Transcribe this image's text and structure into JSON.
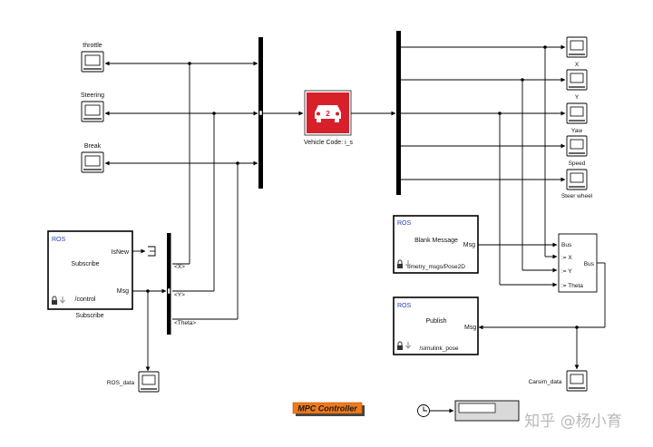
{
  "inputs": {
    "throttle": "throttle",
    "steering": "Steering",
    "break": "Break"
  },
  "vehicle": {
    "name": "Vehicle Code: i_s",
    "badge": "2",
    "icon": "red-car-icon"
  },
  "scopes": {
    "x": "X",
    "y": "Y",
    "yaw": "Yaw",
    "speed": "Speed",
    "steer_wheel": "Steer wheel",
    "ros_data": "ROS_data",
    "carsim_data": "Carsim_data"
  },
  "subscribe": {
    "tag": "ROS",
    "title": "Subscribe",
    "port_isnew": "IsNew",
    "port_msg": "Msg",
    "topic": "/control",
    "caption": "Subscribe"
  },
  "selector": {
    "x": "<X>",
    "y": "<Y>",
    "theta": "<Theta>"
  },
  "blank_message": {
    "tag": "ROS",
    "title": "Blank Message",
    "port_msg": "Msg",
    "type": "ometry_msgs/Pose2D"
  },
  "publish": {
    "tag": "ROS",
    "title": "Publish",
    "port_msg": "Msg",
    "topic": "/simulink_pose"
  },
  "bus_assign": {
    "in_bus": "Bus",
    "in_x": ":= X",
    "in_y": ":= Y",
    "in_theta": ":= Theta",
    "out_bus": "Bus"
  },
  "mpc_button": "MPC Controller",
  "watermark": "知乎 @杨小育",
  "colors": {
    "vehicle_red": "#d8202a",
    "mpc_orange": "#f07a1a",
    "ros_blue": "#1f3fb8"
  }
}
